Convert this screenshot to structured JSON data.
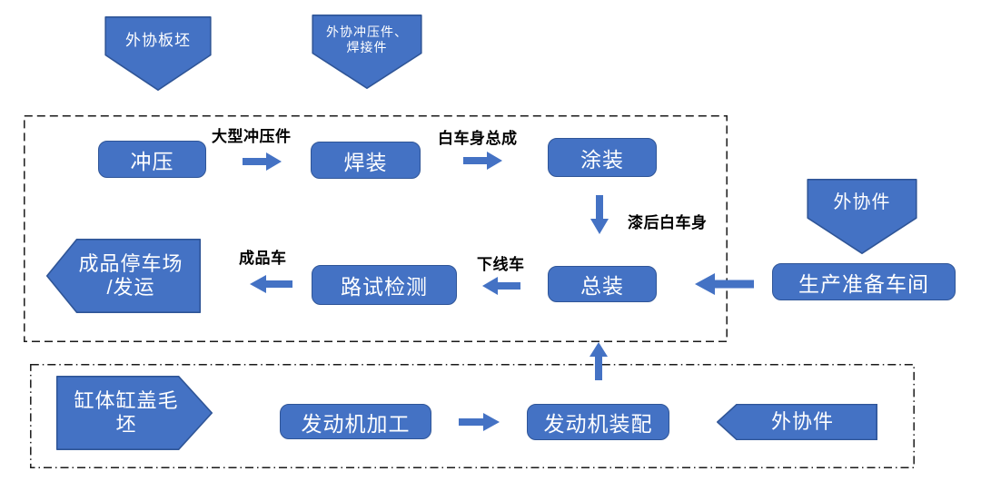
{
  "diagram": {
    "title_implicit": "",
    "colors": {
      "shape_fill": "#4472C4",
      "shape_stroke": "#2F5597",
      "text_on_shape": "#FFFFFF",
      "label_text": "#000000",
      "container_stroke": "#1a1a1a",
      "canvas_bg": "#FFFFFF"
    },
    "inputs": {
      "plate_blank": "外协板坯",
      "outsourced_stampings_line1": "外协冲压件、",
      "outsourced_stampings_line2": "焊接件",
      "outsourced_parts_top": "外协件",
      "outsourced_parts_bottom": "外协件",
      "engine_blank_line1": "缸体缸盖毛",
      "engine_blank_line2": "坯"
    },
    "vehicle_plant": {
      "stamping": "冲压",
      "welding": "焊装",
      "painting": "涂装",
      "final_assembly": "总装",
      "road_test": "路试检测",
      "prep_workshop": "生产准备车间",
      "finished_parking_line1": "成品停车场",
      "finished_parking_line2": "/发运"
    },
    "engine_plant": {
      "engine_machining": "发动机加工",
      "engine_assembly": "发动机装配"
    },
    "flow_labels": {
      "large_stampings": "大型冲压件",
      "body_in_white": "白车身总成",
      "painted_body": "漆后白车身",
      "finished_vehicle": "成品车",
      "offline_vehicle": "下线车"
    }
  }
}
